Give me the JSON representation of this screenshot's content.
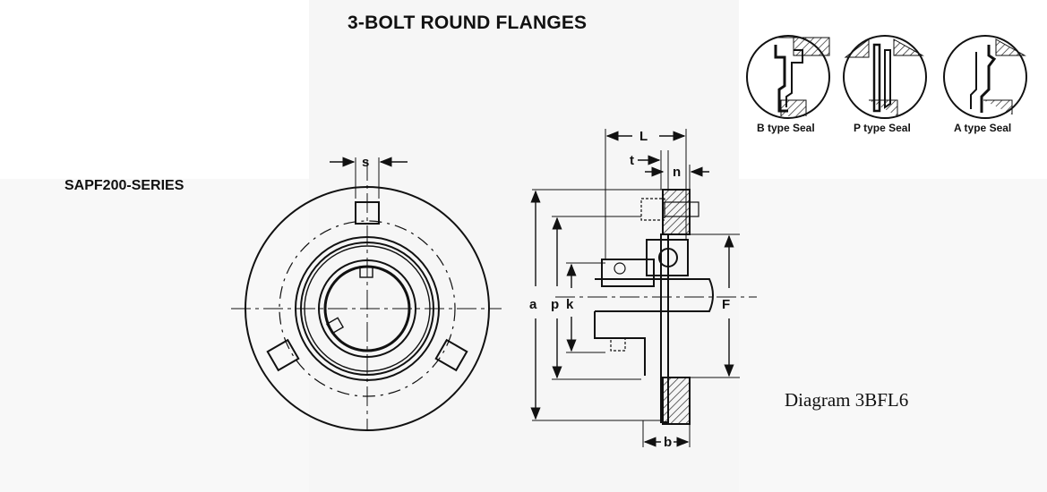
{
  "header": {
    "title": "3-BOLT ROUND FLANGES"
  },
  "series_label": "SAPF200-SERIES",
  "caption": "Diagram 3BFL6",
  "seals": [
    {
      "label": "B type Seal"
    },
    {
      "label": "P type Seal"
    },
    {
      "label": "A type Seal"
    }
  ],
  "dimensions": {
    "s": "s",
    "L": "L",
    "t": "t",
    "n": "n",
    "a": "a",
    "p": "p",
    "k": "k",
    "F": "F",
    "b": "b"
  },
  "colors": {
    "ink": "#111111",
    "paper": "#ffffff"
  }
}
